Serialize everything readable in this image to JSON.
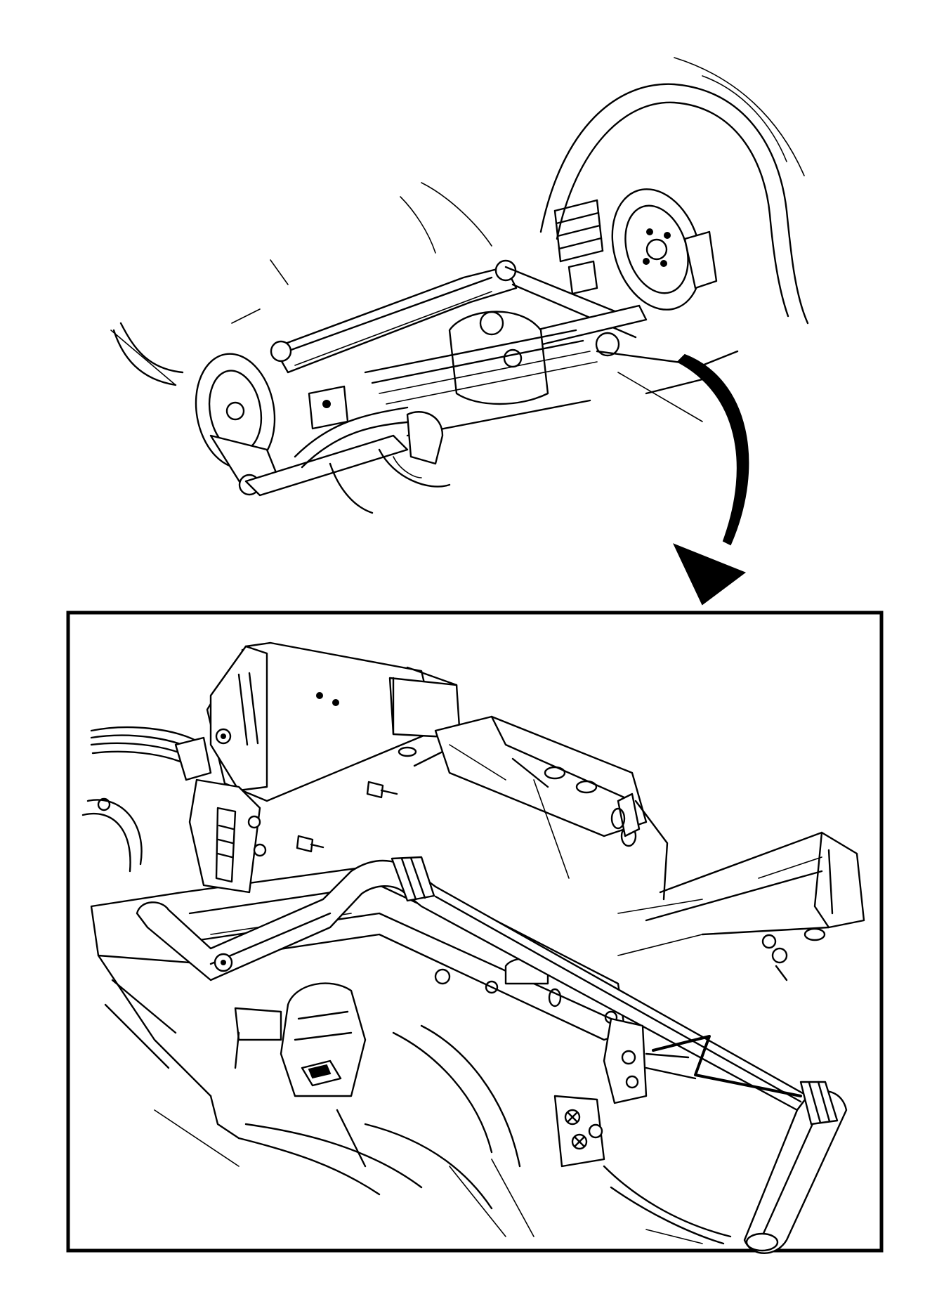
{
  "figure": {
    "overview": {
      "subject": "vehicle-front-suspension-underside",
      "icon": "suspension-overview-illustration"
    },
    "callout_arrow": {
      "direction": "down",
      "icon": "curved-arrow-icon"
    },
    "detail": {
      "subject": "stabilizer-bar-mounting-detail",
      "icon": "stabilizer-bar-detail-illustration"
    },
    "colors": {
      "line": "#000000",
      "background": "#ffffff"
    }
  }
}
